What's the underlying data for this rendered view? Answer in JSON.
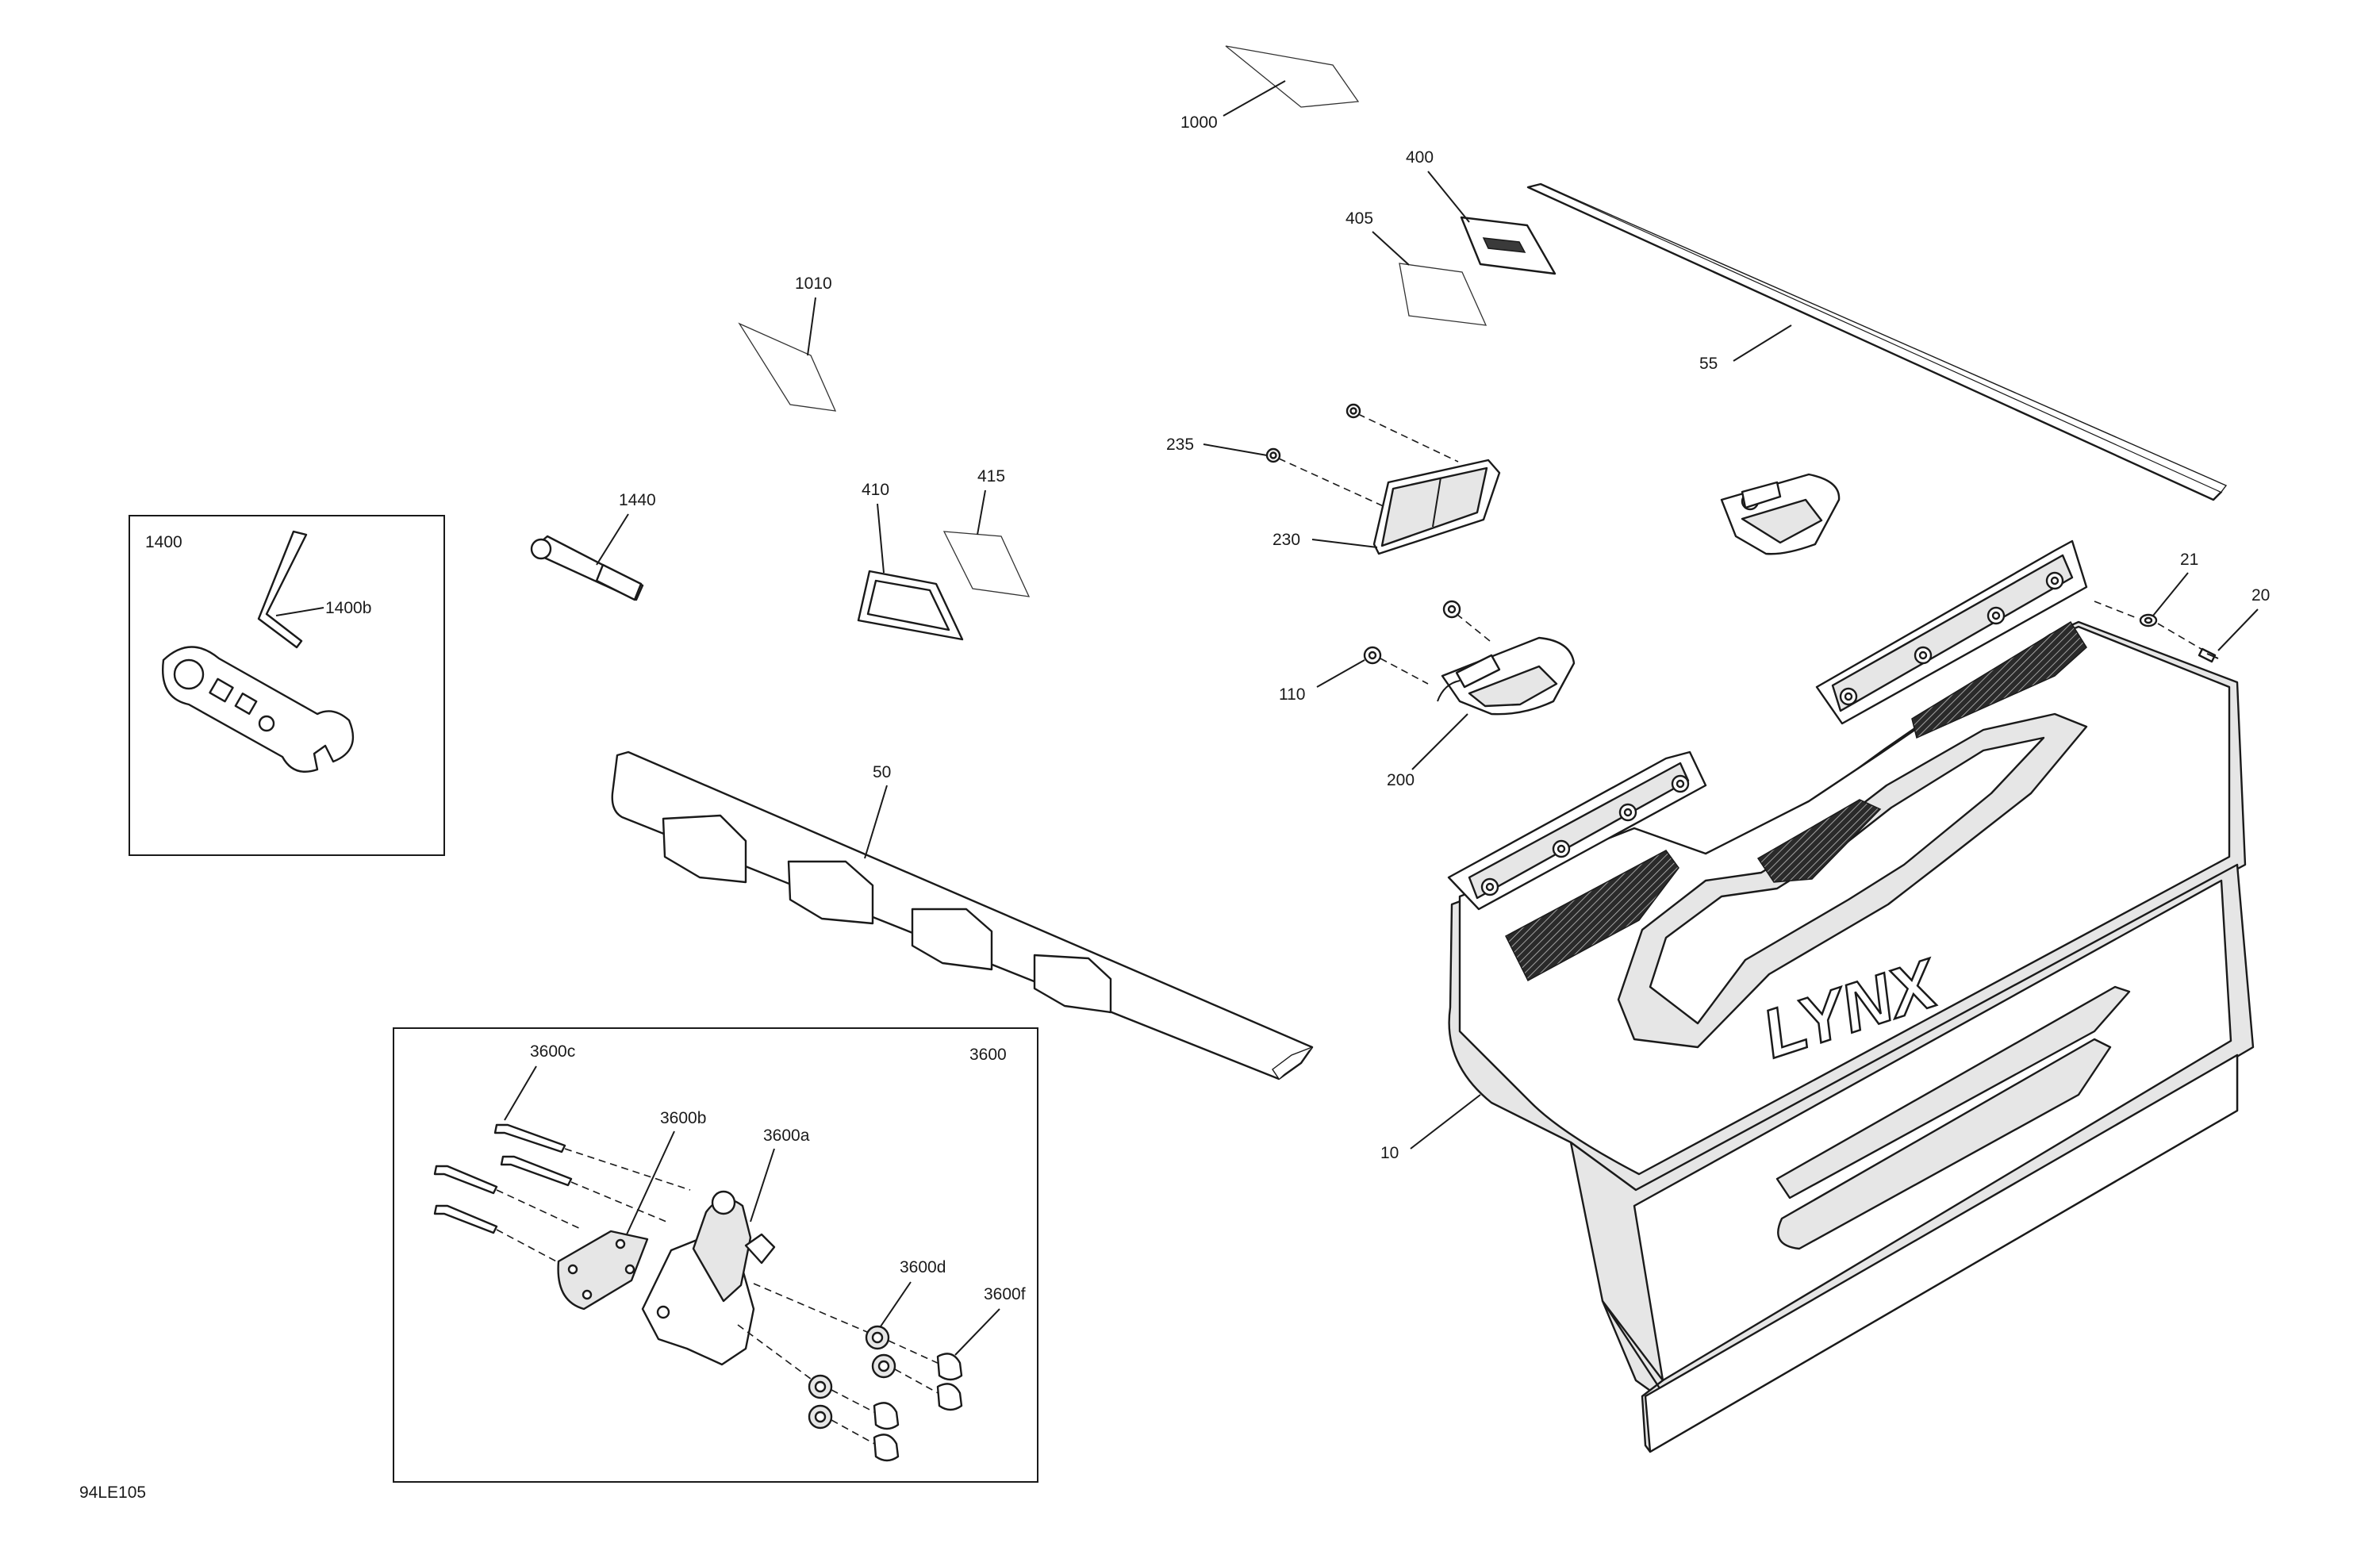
{
  "diagram": {
    "id": "94LE105",
    "brand_text": "LYNX",
    "labels": {
      "p1000": "1000",
      "p400": "400",
      "p405": "405",
      "p55": "55",
      "p1010": "1010",
      "p235": "235",
      "p230": "230",
      "p1440": "1440",
      "p410": "410",
      "p415": "415",
      "p21": "21",
      "p20": "20",
      "p110": "110",
      "p200": "200",
      "p50": "50",
      "p10": "10",
      "p1400": "1400",
      "p1400b": "1400b",
      "p3600": "3600",
      "p3600a": "3600a",
      "p3600b": "3600b",
      "p3600c": "3600c",
      "p3600d": "3600d",
      "p3600f": "3600f"
    }
  }
}
